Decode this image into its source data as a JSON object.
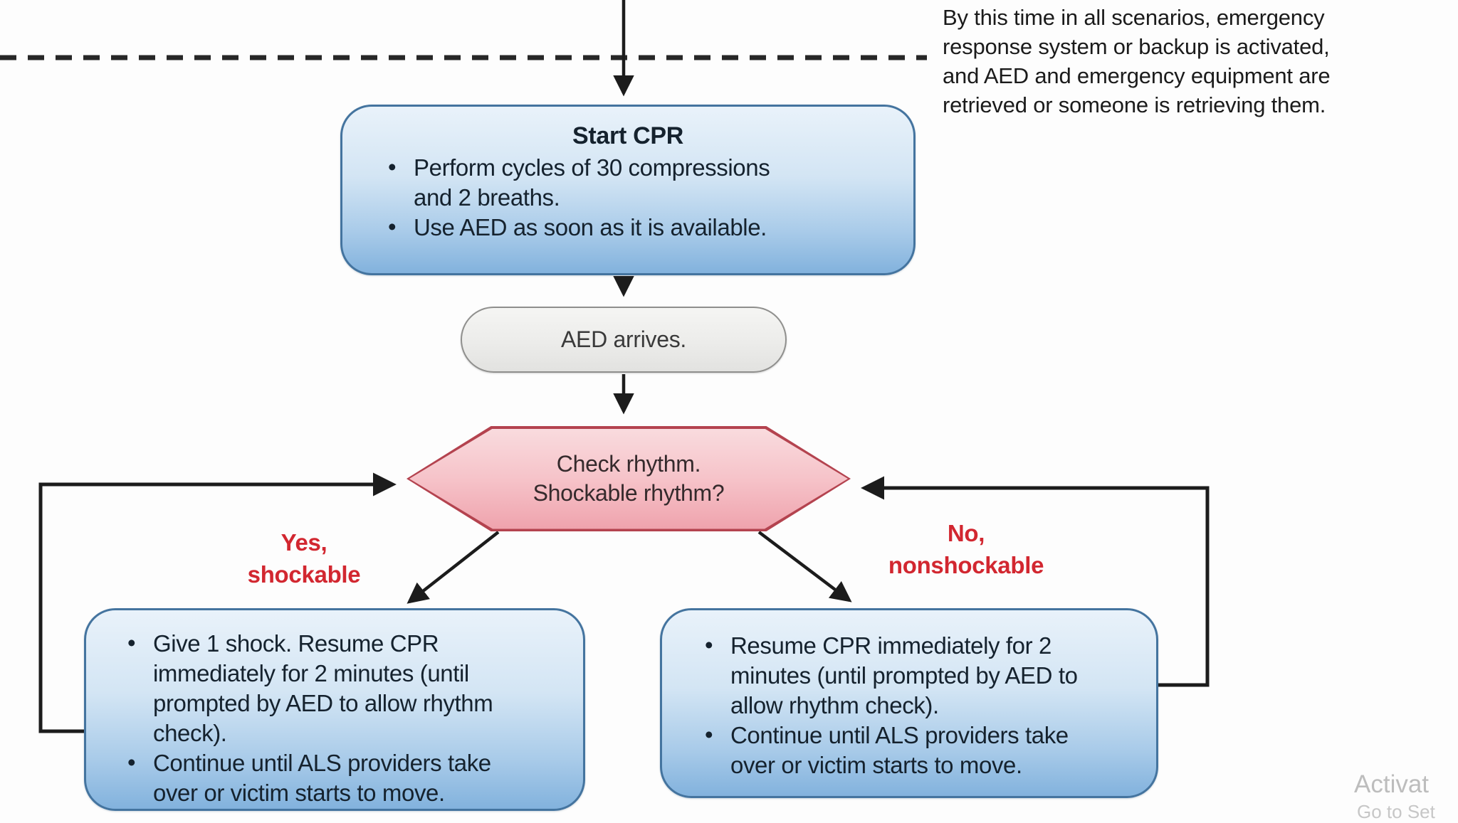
{
  "ui": {
    "bullet": "•"
  },
  "annotation": {
    "lines": [
      "By this time in all scenarios, emergency",
      "response system or backup is activated,",
      "and AED and emergency equipment are",
      "retrieved or someone is retrieving them."
    ]
  },
  "flowchart": {
    "start_cpr": {
      "title": "Start CPR",
      "bullets": [
        "Perform cycles of 30 compressions and 2 breaths.",
        "Use AED as soon as it is available."
      ]
    },
    "aed_arrives": {
      "label": "AED arrives."
    },
    "decision": {
      "line1": "Check rhythm.",
      "line2": "Shockable rhythm?"
    },
    "branch_yes": {
      "line1": "Yes,",
      "line2": "shockable"
    },
    "branch_no": {
      "line1": "No,",
      "line2": "nonshockable"
    },
    "shock_box": {
      "bullets": [
        "Give 1 shock. Resume CPR immediately for 2 minutes (until prompted by AED to allow rhythm check).",
        "Continue until ALS providers take over or victim starts to move."
      ]
    },
    "no_shock_box": {
      "bullets": [
        "Resume CPR immediately for 2 minutes (until prompted by AED to allow rhythm check).",
        "Continue until ALS providers take over or victim starts to move."
      ]
    }
  },
  "watermark": {
    "line1": "Activat",
    "line2": "Go to Set"
  },
  "colors": {
    "box_fill_top": "#e9f2fa",
    "box_fill_bottom": "#82b2dd",
    "box_border": "#44749f",
    "pill_fill": "#ececea",
    "pill_border": "#8f8f8d",
    "hex_fill_top": "#f9dbde",
    "hex_fill_bottom": "#efa3ad",
    "hex_border": "#b4434f",
    "branch_label_red": "#d22730",
    "arrow_black": "#1c1c1c",
    "text_dark": "#15222e",
    "watermark_gray": "#bdbdbd"
  }
}
